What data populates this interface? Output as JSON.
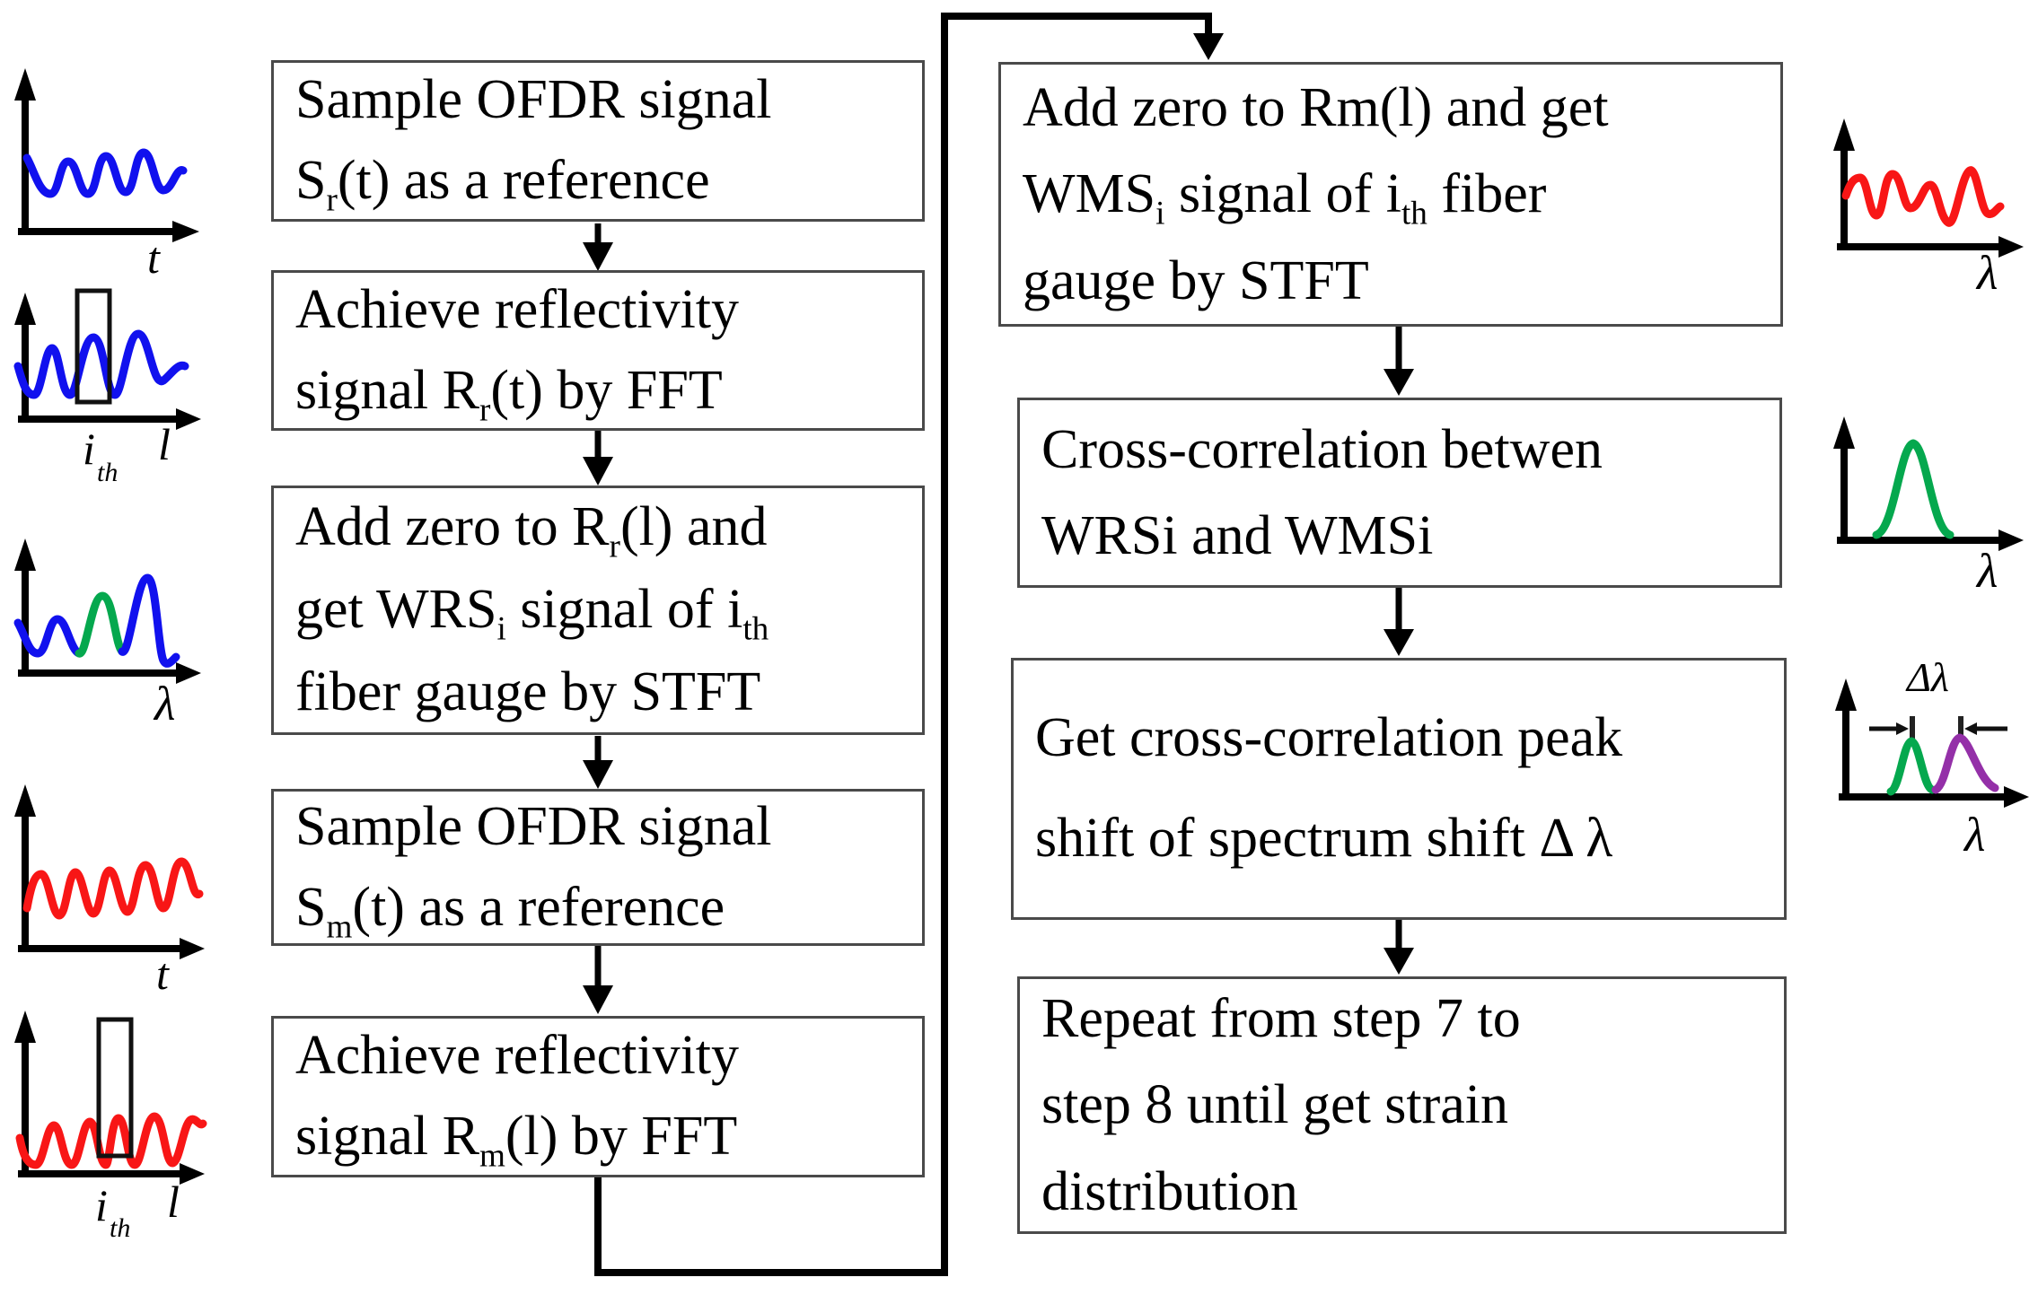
{
  "figure": {
    "type": "flowchart",
    "description": "OFDR distributed strain sensing signal-processing flow"
  },
  "flowchart": {
    "left_boxes": [
      {
        "id": "sample-ofdr-reference",
        "lines": [
          [
            {
              "t": "Sample OFDR signal"
            }
          ],
          [
            {
              "t": "S"
            },
            {
              "t": "r",
              "sub": true
            },
            {
              "t": "(t) as a reference"
            }
          ]
        ]
      },
      {
        "id": "achieve-reflectivity-reference",
        "lines": [
          [
            {
              "t": "Achieve reflectivity"
            }
          ],
          [
            {
              "t": "signal R"
            },
            {
              "t": "r",
              "sub": true
            },
            {
              "t": "(t) by FFT"
            }
          ]
        ]
      },
      {
        "id": "add-zero-wrs",
        "lines": [
          [
            {
              "t": "Add zero to R"
            },
            {
              "t": "r",
              "sub": true
            },
            {
              "t": "(l) and"
            }
          ],
          [
            {
              "t": "get WRS"
            },
            {
              "t": "i",
              "sub": true
            },
            {
              "t": " signal of i"
            },
            {
              "t": "th",
              "sub": true
            }
          ],
          [
            {
              "t": "fiber gauge by STFT"
            }
          ]
        ]
      },
      {
        "id": "sample-ofdr-measurement",
        "lines": [
          [
            {
              "t": "Sample OFDR signal"
            }
          ],
          [
            {
              "t": "S"
            },
            {
              "t": "m",
              "sub": true
            },
            {
              "t": "(t) as a reference"
            }
          ]
        ]
      },
      {
        "id": "achieve-reflectivity-measurement",
        "lines": [
          [
            {
              "t": "Achieve reflectivity"
            }
          ],
          [
            {
              "t": "signal R"
            },
            {
              "t": "m",
              "sub": true
            },
            {
              "t": "(l) by FFT"
            }
          ]
        ]
      }
    ],
    "right_boxes": [
      {
        "id": "add-zero-wms",
        "lines": [
          [
            {
              "t": "Add zero to Rm(l) and get"
            }
          ],
          [
            {
              "t": "WMS"
            },
            {
              "t": "i",
              "sub": true
            },
            {
              "t": " signal of i"
            },
            {
              "t": "th",
              "sub": true
            },
            {
              "t": " fiber"
            }
          ],
          [
            {
              "t": "gauge by STFT"
            }
          ]
        ]
      },
      {
        "id": "cross-correlation",
        "lines": [
          [
            {
              "t": "Cross-correlation betwen"
            }
          ],
          [
            {
              "t": "WRSi and WMSi"
            }
          ]
        ]
      },
      {
        "id": "peak-shift",
        "lines": [
          [
            {
              "t": "Get cross-correlation peak"
            }
          ],
          [
            {
              "t": "shift of spectrum shift Δ λ"
            }
          ]
        ]
      },
      {
        "id": "repeat-steps",
        "lines": [
          [
            {
              "t": "Repeat from step 7 to"
            }
          ],
          [
            {
              "t": "step 8 until get strain"
            }
          ],
          [
            {
              "t": "distribution"
            }
          ]
        ]
      }
    ]
  },
  "labels": {
    "t": "t",
    "l": "l",
    "i": "i",
    "th": "th",
    "lambda": "λ",
    "delta_lambda": "Δλ"
  },
  "colors": {
    "signal_blue": "#1111ee",
    "signal_red": "#f81616",
    "peak_green": "#05a84e",
    "peak_purple": "#9430a8",
    "ink": "#000000"
  }
}
